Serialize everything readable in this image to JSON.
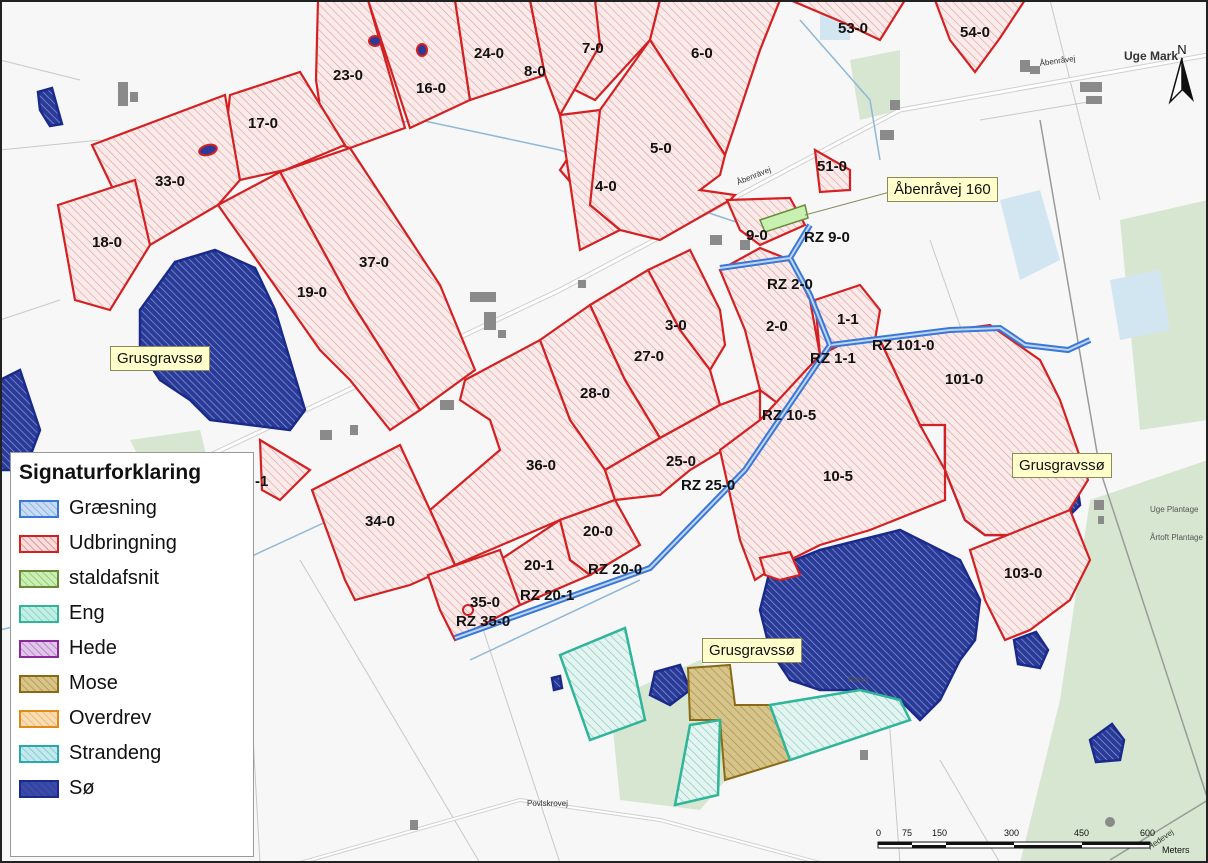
{
  "map": {
    "fields": [
      "53-0",
      "54-0",
      "23-0",
      "16-0",
      "24-0",
      "7-0",
      "8-0",
      "6-0",
      "17-0",
      "33-0",
      "5-0",
      "4-0",
      "51-0",
      "18-0",
      "37-0",
      "19-0",
      "9-0",
      "3-0",
      "2-0",
      "1-1",
      "27-0",
      "28-0",
      "101-0",
      "36-0",
      "25-0",
      "10-5",
      "34-0",
      "20-0",
      "20-1",
      "35-0",
      "103-0",
      "-1"
    ],
    "rz_labels": [
      "RZ 9-0",
      "RZ 2-0",
      "RZ 101-0",
      "RZ 1-1",
      "RZ 10-5",
      "RZ 25-0",
      "RZ 20-0",
      "RZ 20-1",
      "RZ 35-0"
    ],
    "roads": {
      "abenravej_1": "Åbenrävej",
      "abenravej_2": "Åbenråvej",
      "povlskrovej": "Povlskrovej",
      "hedevej": "Hedevej",
      "uge_mark": "Uge Mark"
    },
    "place_labels": {
      "uge_plantage": "Uge Plantage",
      "artoft_plantage": "Årtoft Plantage",
      "raev": "Rævs"
    },
    "callouts": {
      "farm": "Åbenråvej 160",
      "lake_west": "Grusgravssø",
      "lake_east": "Grusgravssø",
      "lake_south": "Grusgravssø"
    },
    "north_arrow": "N",
    "scale": {
      "ticks": [
        "0",
        "75",
        "150",
        "300",
        "450",
        "600"
      ],
      "unit": "Meters"
    }
  },
  "legend": {
    "title": "Signaturforklaring",
    "items": [
      {
        "label": "Græsning",
        "stroke": "#3a78d8",
        "fill": "#c8dcf4"
      },
      {
        "label": " Udbringning",
        "stroke": "#d42020",
        "fill": "#f6dede"
      },
      {
        "label": "staldafsnit",
        "stroke": "#6a8a3a",
        "fill": "#c8f0b0"
      },
      {
        "label": "Eng",
        "stroke": "#2eb59a",
        "fill": "#c4eee4"
      },
      {
        "label": "Hede",
        "stroke": "#8a2a9a",
        "fill": "#e0c6ea"
      },
      {
        "label": "Mose",
        "stroke": "#8a6a14",
        "fill": "#d8c488"
      },
      {
        "label": "Overdrev",
        "stroke": "#e08a1a",
        "fill": "#f8dcb4"
      },
      {
        "label": "Strandeng",
        "stroke": "#2aa8b0",
        "fill": "#c4e8ec"
      },
      {
        "label": "Sø",
        "stroke": "#1a2a8a",
        "fill": "#3a4aa6"
      }
    ]
  },
  "colors": {
    "field_stroke": "#d42020",
    "lake_stroke": "#1a2a8a",
    "grazing_stroke": "#3a78d8",
    "forest": "#d2e4cc",
    "water": "#cfe4f0"
  }
}
